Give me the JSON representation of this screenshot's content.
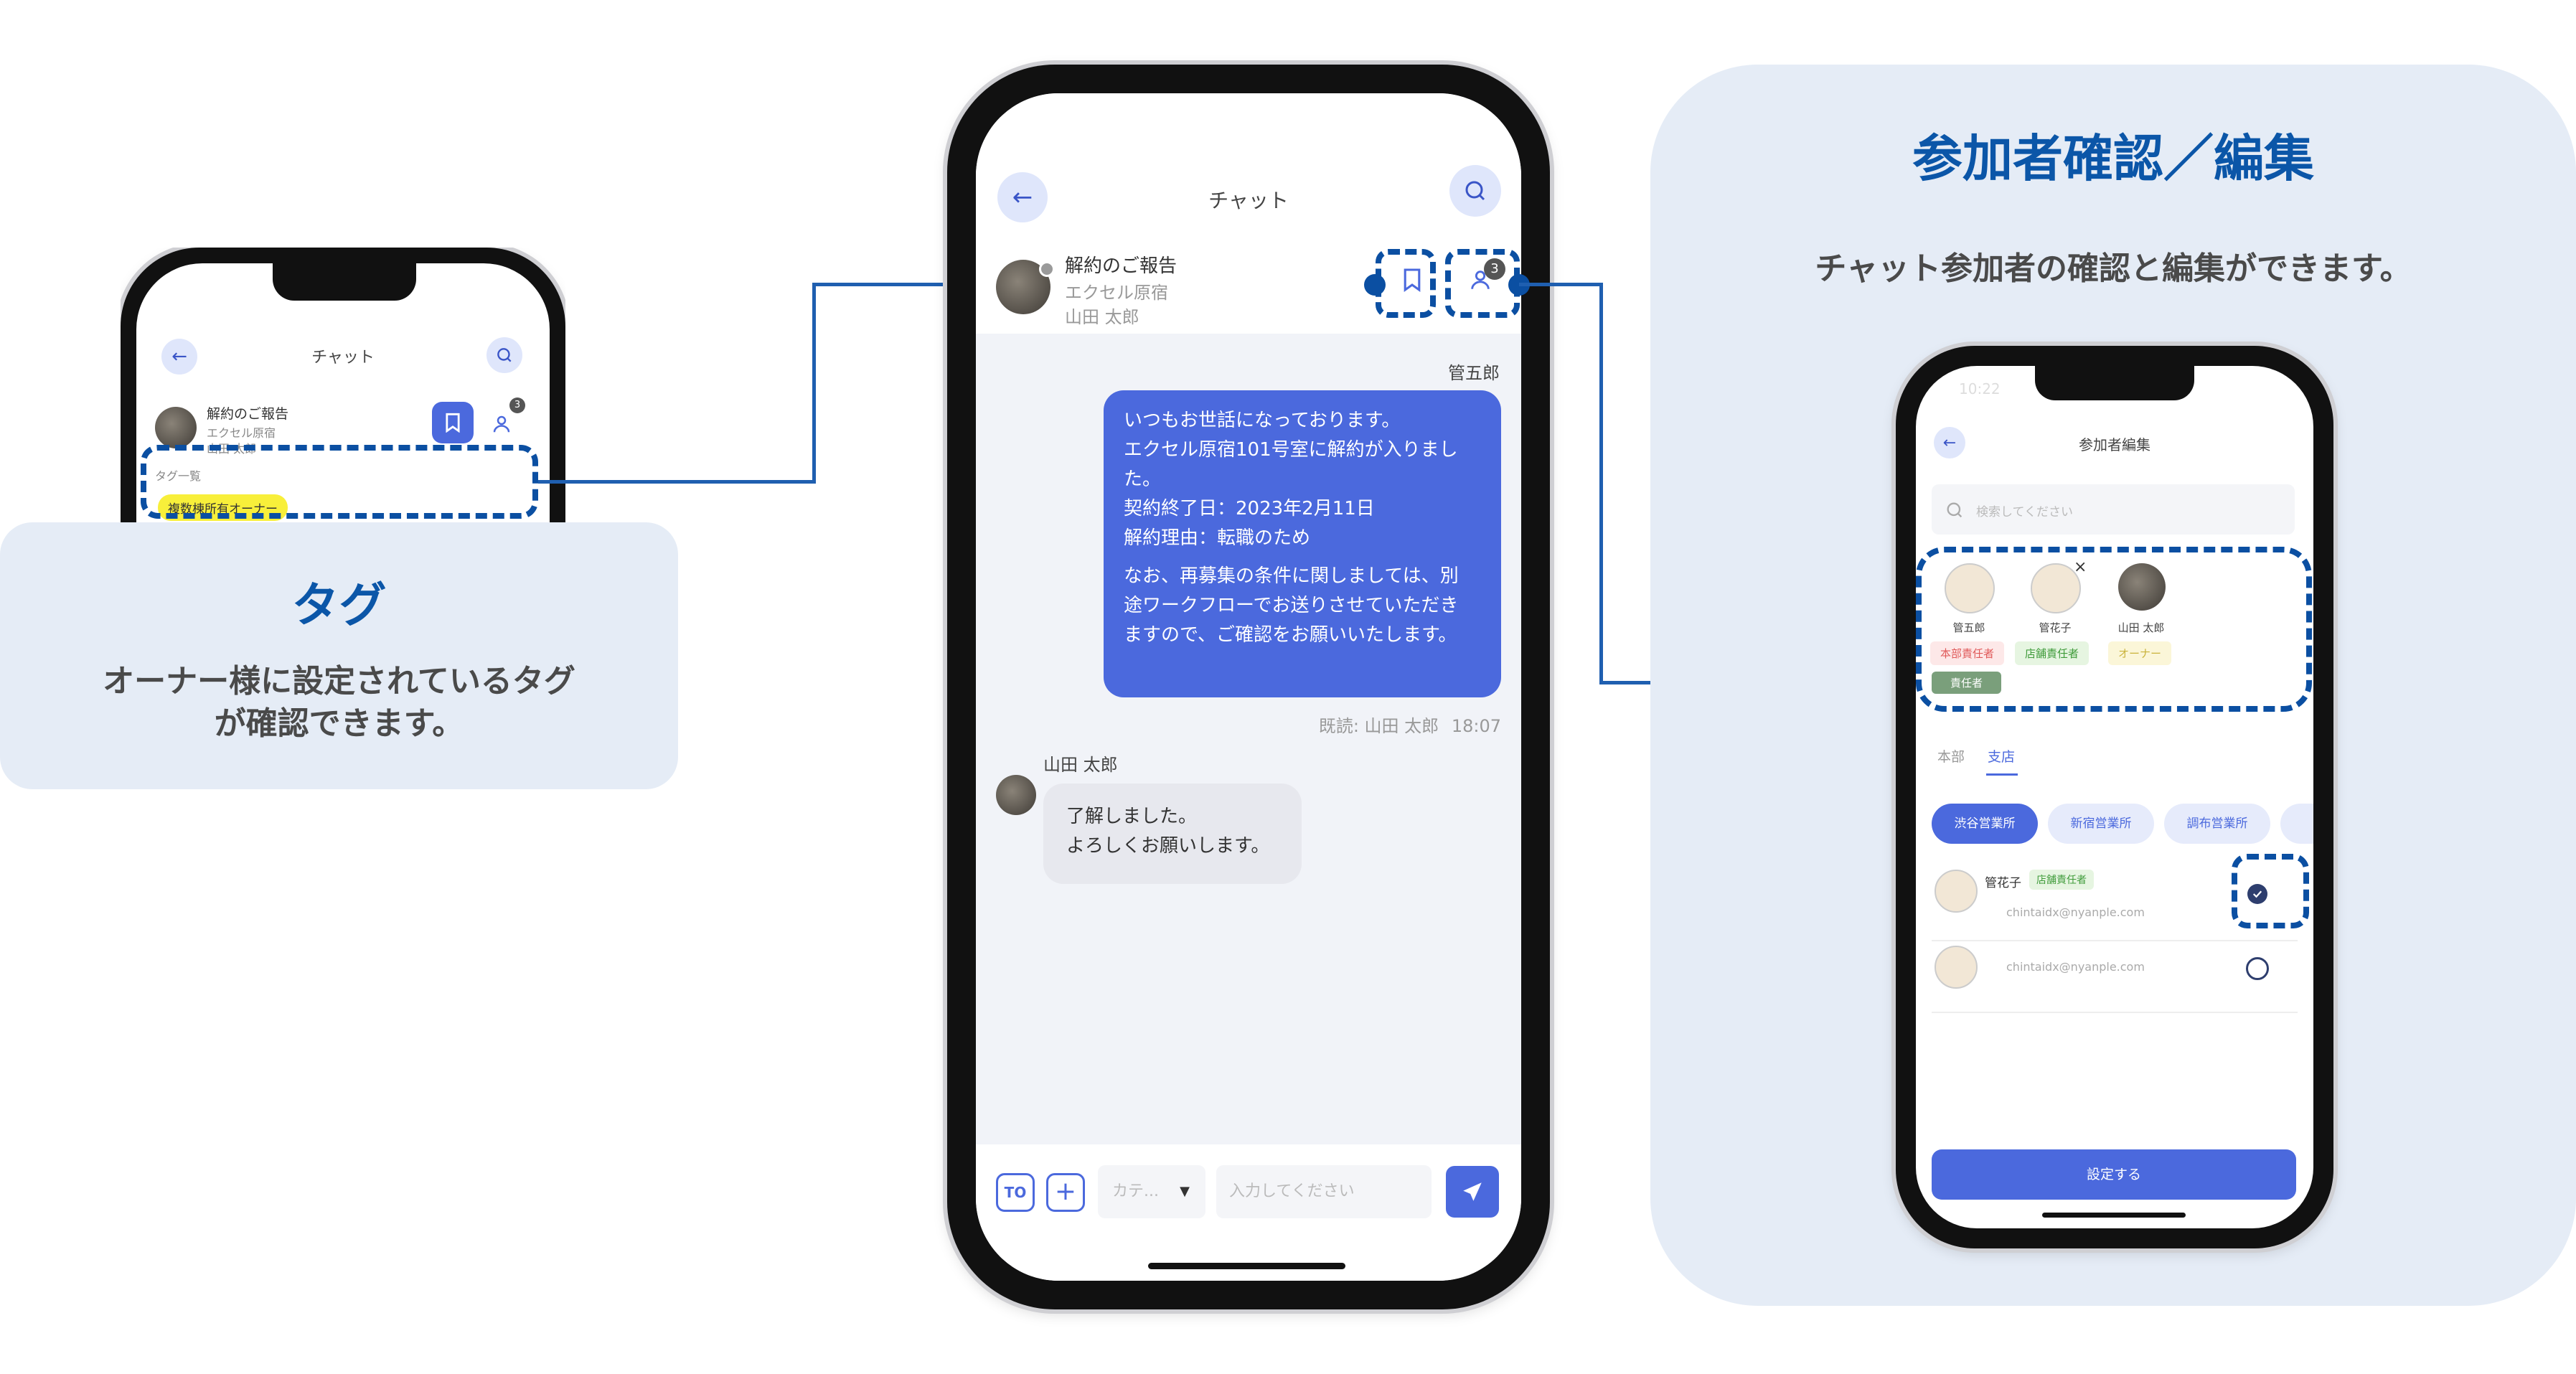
{
  "colors": {
    "brand_blue": "#4b69dd",
    "title_blue": "#0b56a8",
    "panel_bg": "#e5ecf6",
    "dash": "#0b4fa2"
  },
  "left_phone": {
    "header_title": "チャット",
    "room_name": "解約のご報告",
    "room_sub1": "エクセル原宿",
    "room_sub2": "山田 太郎",
    "participant_count": "3",
    "tag_list_label": "タグ一覧",
    "tag": "複数棟所有オーナー"
  },
  "left_callout": {
    "title": "タグ",
    "desc_line1": "オーナー様に設定されているタグ",
    "desc_line2": "が確認できます。"
  },
  "center_phone": {
    "header_title": "チャット",
    "room_name": "解約のご報告",
    "room_sub1": "エクセル原宿",
    "room_sub2": "山田 太郎",
    "participant_count": "3",
    "sender1": "管五郎",
    "message1": [
      "いつもお世話になっております。",
      "エクセル原宿101号室に解約が入りまし",
      "た。",
      "契約終了日：2023年2月11日",
      "解約理由：転職のため"
    ],
    "message1b": [
      "なお、再募集の条件に関しましては、別",
      "途ワークフローでお送りさせていただき",
      "ますので、ご確認をお願いいたします。"
    ],
    "read_status": "既読: 山田 太郎",
    "time1": "18:07",
    "sender2": "山田 太郎",
    "message2": [
      "了解しました。",
      "よろしくお願いします。"
    ],
    "to_label": "TO",
    "category_placeholder": "カテ...",
    "input_placeholder": "入力してください"
  },
  "right_callout": {
    "title": "参加者確認／編集",
    "desc": "チャット参加者の確認と編集ができます。"
  },
  "right_phone": {
    "status_time": "10:22",
    "header_title": "参加者編集",
    "search_placeholder": "検索してください",
    "participants": [
      {
        "name": "管五郎",
        "role": "本部責任者"
      },
      {
        "name": "管花子",
        "role": "店舗責任者"
      },
      {
        "name": "山田 太郎",
        "role": "オーナー"
      }
    ],
    "extra_tag": "責任者",
    "tabs": [
      "本部",
      "支店"
    ],
    "branches": [
      "渋谷営業所",
      "新宿営業所",
      "調布営業所"
    ],
    "members": [
      {
        "name": "管花子",
        "role": "店舗責任者",
        "email": "chintaidx@nyanple.com",
        "checked": true
      },
      {
        "name": "",
        "role": "",
        "email": "chintaidx@nyanple.com",
        "checked": false
      }
    ],
    "submit_label": "設定する"
  }
}
